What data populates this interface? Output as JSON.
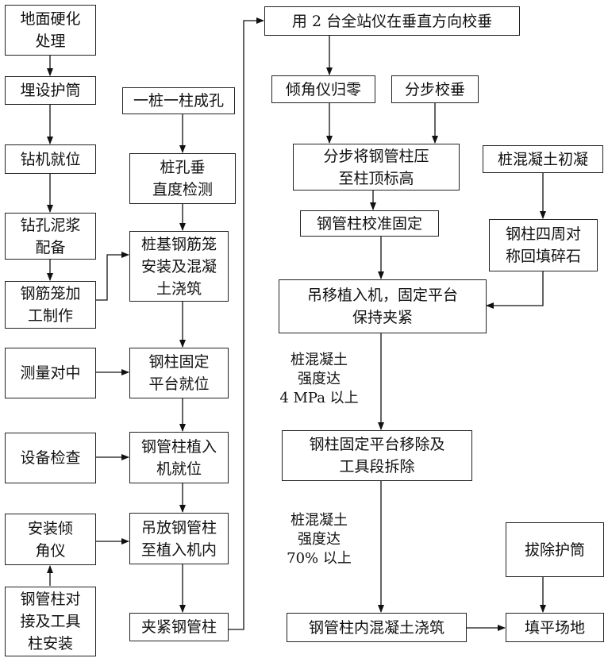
{
  "boxes": {
    "b1": "地面硬化\n处理",
    "b2": "埋设护筒",
    "b3": "钻机就位",
    "b4": "钻孔泥浆\n配备",
    "b5": "钢筋笼加\n工制作",
    "b6": "测量对中",
    "b7": "设备检查",
    "b8": "安装倾\n角仪",
    "b9": "钢管柱对\n接及工具\n柱安装",
    "c1": "一桩一柱成孔",
    "c2": "桩孔垂\n直度检测",
    "c3": "桩基钢筋笼\n安装及混凝\n土浇筑",
    "c4": "钢柱固定\n平台就位",
    "c5": "钢管柱植入\n机就位",
    "c6": "吊放钢管柱\n至植入机内",
    "c7": "夹紧钢管柱",
    "d1": "用 2 台全站仪在垂直方向校垂",
    "d2": "倾角仪归零",
    "d3": "分步校垂",
    "d4": "分步将钢管柱压\n至柱顶标高",
    "d5": "钢管柱校准固定",
    "d6": "吊移植入机，固定平台\n保持夹紧",
    "d7": "钢柱固定平台移除及\n工具段拆除",
    "d8": "钢管柱内混凝土浇筑",
    "e1": "桩混凝土初凝",
    "e2": "钢柱四周对\n称回填碎石",
    "e3": "拔除护筒",
    "e4": "填平场地"
  },
  "notes": {
    "n1": "桩混凝土\n强度达\n4 MPa 以上",
    "n2": "桩混凝土\n强度达\n70% 以上"
  }
}
